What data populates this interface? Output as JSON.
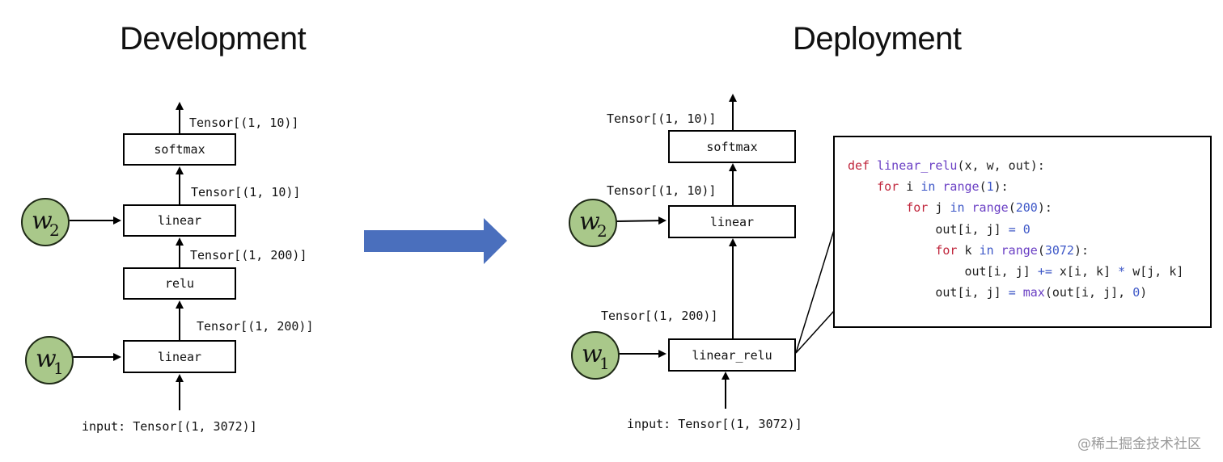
{
  "development": {
    "title": "Development",
    "nodes": {
      "softmax": "softmax",
      "linear_top": "linear",
      "relu": "relu",
      "linear_bottom": "linear"
    },
    "tensors": {
      "out_softmax": "Tensor[(1, 10)]",
      "out_linear": "Tensor[(1, 10)]",
      "out_relu": "Tensor[(1, 200)]",
      "out_linear_bottom": "Tensor[(1, 200)]"
    },
    "input": "input: Tensor[(1, 3072)]",
    "weights": {
      "w2": {
        "base": "w",
        "sub": "2"
      },
      "w1": {
        "base": "w",
        "sub": "1"
      }
    }
  },
  "deployment": {
    "title": "Deployment",
    "nodes": {
      "softmax": "softmax",
      "linear": "linear",
      "linear_relu": "linear_relu"
    },
    "tensors": {
      "out_softmax": "Tensor[(1, 10)]",
      "out_linear": "Tensor[(1, 10)]",
      "out_linear_relu": "Tensor[(1, 200)]"
    },
    "input": "input: Tensor[(1, 3072)]",
    "weights": {
      "w2": {
        "base": "w",
        "sub": "2"
      },
      "w1": {
        "base": "w",
        "sub": "1"
      }
    }
  },
  "code": {
    "line1": {
      "kw": "def",
      "fn": "linear_relu",
      "rest": "(x, w, out):"
    },
    "line2": {
      "kw": "for",
      "mid": " i ",
      "kw2": "in",
      "bi": "range",
      "p1": "(",
      "num": "1",
      "p2": "):"
    },
    "line3": {
      "kw": "for",
      "mid": " j ",
      "kw2": "in",
      "bi": "range",
      "p1": "(",
      "num": "200",
      "p2": "):"
    },
    "line4": {
      "pre": "out[i, j] ",
      "op": "=",
      "sp": " ",
      "num": "0"
    },
    "line5": {
      "kw": "for",
      "mid": " k ",
      "kw2": "in",
      "bi": "range",
      "p1": "(",
      "num": "3072",
      "p2": "):"
    },
    "line6": {
      "pre": "out[i, j] ",
      "op": "+=",
      "mid": " x[i, k] ",
      "op2": "*",
      "post": " w[j, k]"
    },
    "line7": {
      "pre": "out[i, j] ",
      "op": "=",
      "sp": " ",
      "bi": "max",
      "mid": "(out[i, j], ",
      "num": "0",
      "post": ")"
    }
  },
  "colors": {
    "weight_fill": "#a9c88a",
    "arrow_fill": "#4a6fbd",
    "keyword": "#c0263c",
    "function": "#6a3fc4",
    "builtin": "#3d57c7"
  },
  "watermark": "@稀土掘金技术社区"
}
